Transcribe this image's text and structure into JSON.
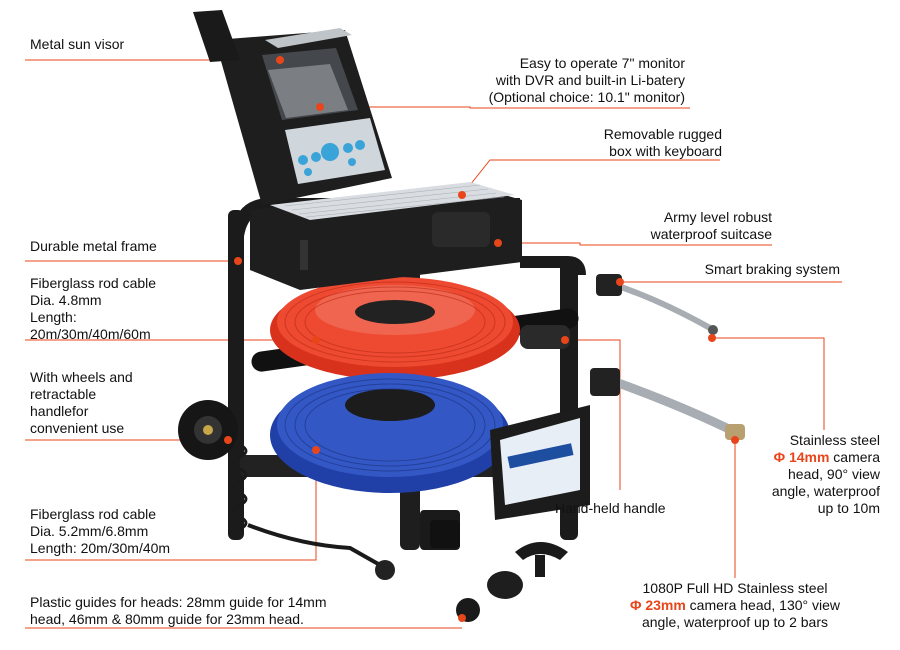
{
  "accent_color": "#e8461a",
  "callouts": {
    "sun_visor": "Metal sun visor",
    "monitor": {
      "line1": "Easy to operate 7\" monitor",
      "line2": "with DVR and built-in Li-batery",
      "line3": "(Optional choice: 10.1\" monitor)"
    },
    "keyboard_box": {
      "line1": "Removable rugged",
      "line2": "box with keyboard"
    },
    "frame": "Durable metal frame",
    "suitcase": {
      "line1": "Army level robust",
      "line2": "waterproof suitcase"
    },
    "braking": "Smart braking system",
    "fiber_48": {
      "line1": "Fiberglass rod cable",
      "line2": "Dia. 4.8mm",
      "line3": "Length:",
      "line4": "20m/30m/40m/60m"
    },
    "wheels": {
      "line1": "With wheels and",
      "line2": "retractable",
      "line3": "handlefor",
      "line4": "convenient use"
    },
    "head_14": {
      "line1": "Stainless steel",
      "size": "Φ 14mm",
      "line2_rest": " camera",
      "line3": "head, 90° view",
      "line4": "angle, waterproof",
      "line5": "up to 10m"
    },
    "handle": "Hand-held handle",
    "fiber_52": {
      "line1": "Fiberglass rod cable",
      "line2": "Dia. 5.2mm/6.8mm",
      "line3": "Length: 20m/30m/40m"
    },
    "head_23": {
      "line1": "1080P Full HD Stainless steel",
      "size": "Φ 23mm",
      "line2_rest": " camera head, 130° view",
      "line3": "angle, waterproof up to 2 bars"
    },
    "guides": {
      "line1": "Plastic guides for heads: 28mm guide for 14mm",
      "line2": "head, 46mm & 80mm guide for 23mm head."
    }
  }
}
